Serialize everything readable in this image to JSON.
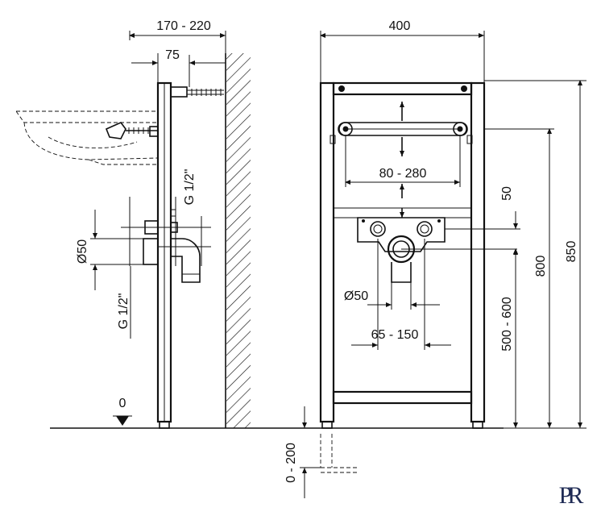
{
  "side_view": {
    "depth_range": "170 - 220",
    "depth": "75",
    "pipe_top": "G 1/2\"",
    "pipe_bottom": "G 1/2\"",
    "drain_diameter": "Ø50",
    "floor_level": "0"
  },
  "front_view": {
    "frame_width": "400",
    "bracket_spacing": "80 - 280",
    "offset_50": "50",
    "drain_diameter": "Ø50",
    "fitting_spacing": "65 - 150",
    "drain_height": "500 - 600",
    "bracket_height": "800",
    "frame_height": "850",
    "foot_adjust": "0 - 200"
  },
  "logo": {
    "monogram": "PR"
  }
}
